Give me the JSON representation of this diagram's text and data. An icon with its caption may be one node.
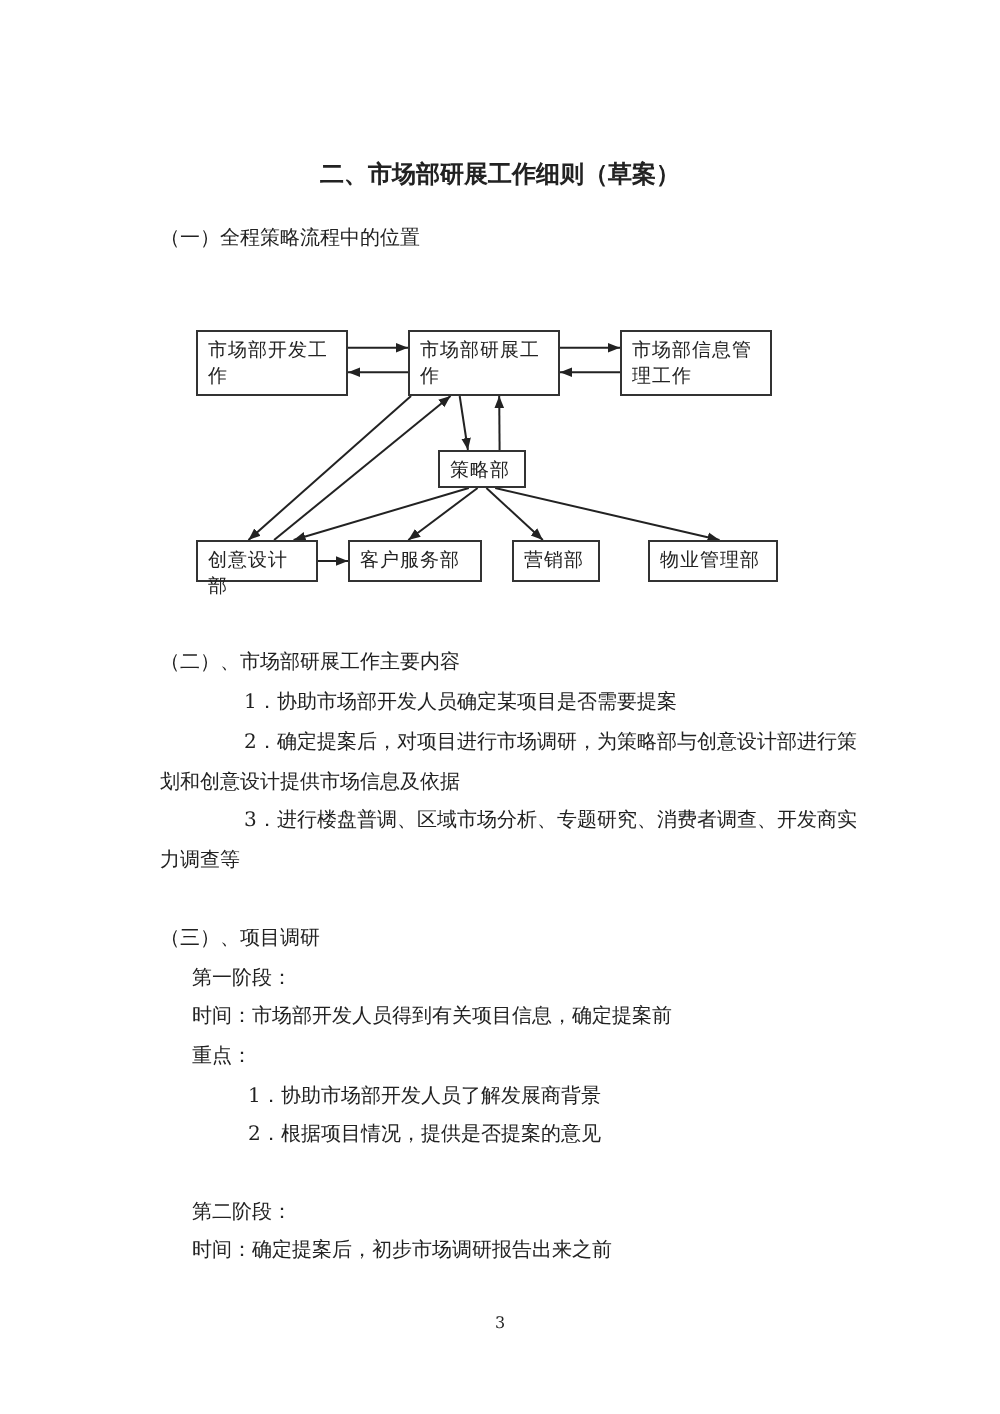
{
  "diagram": {
    "title": "二、市场部研展工作细则（草案）",
    "nodes": [
      {
        "text": [
          "市场部开发工作"
        ]
      },
      {
        "text": [
          "市场部研展工作"
        ]
      },
      {
        "text": [
          "市场部信息管理工作"
        ]
      },
      {
        "text": [
          "策略部"
        ]
      },
      {
        "text": [
          "创意设计部"
        ]
      },
      {
        "text": [
          "客户服务部"
        ]
      },
      {
        "text": [
          "营销部"
        ]
      },
      {
        "text": [
          "物业管理部"
        ]
      }
    ],
    "edges": [
      {
        "from": 0,
        "to": 1,
        "arrow": "to"
      },
      {
        "from": 1,
        "to": 0,
        "arrow": "to"
      },
      {
        "from": 1,
        "to": 2,
        "arrow": "to"
      },
      {
        "from": 2,
        "to": 1,
        "arrow": "to"
      },
      {
        "from": 1,
        "to": 3,
        "arrow": "to"
      },
      {
        "from": 3,
        "to": 1,
        "arrow": "to"
      },
      {
        "from": 1,
        "to": 4,
        "arrow": "to"
      },
      {
        "from": 4,
        "to": 1,
        "arrow": "to"
      },
      {
        "from": 3,
        "to": 4,
        "arrow": "to"
      },
      {
        "from": 3,
        "to": 5,
        "arrow": "to"
      },
      {
        "from": 3,
        "to": 6,
        "arrow": "to"
      },
      {
        "from": 3,
        "to": 7,
        "arrow": "to"
      },
      {
        "from": 4,
        "to": 5,
        "arrow": "to"
      }
    ],
    "labels": [
      "（一）全程策略流程中的位置",
      "（二）、市场部研展工作主要内容",
      "1．协助市场部开发人员确定某项目是否需要提案",
      "2．确定提案后，对项目进行市场调研，为策略部与创意设计部进行策划和创意设计提供市场信息及依据",
      "3．进行楼盘普调、区域市场分析、专题研究、消费者调查、开发商实力调查等",
      "（三）、项目调研",
      "第一阶段：",
      "时间：市场部开发人员得到有关项目信息，确定提案前",
      "重点：",
      "1．协助市场部开发人员了解发展商背景",
      "2．根据项目情况，提供是否提案的意见",
      "第二阶段：",
      "时间：确定提案后，初步市场调研报告出来之前",
      "3"
    ]
  }
}
